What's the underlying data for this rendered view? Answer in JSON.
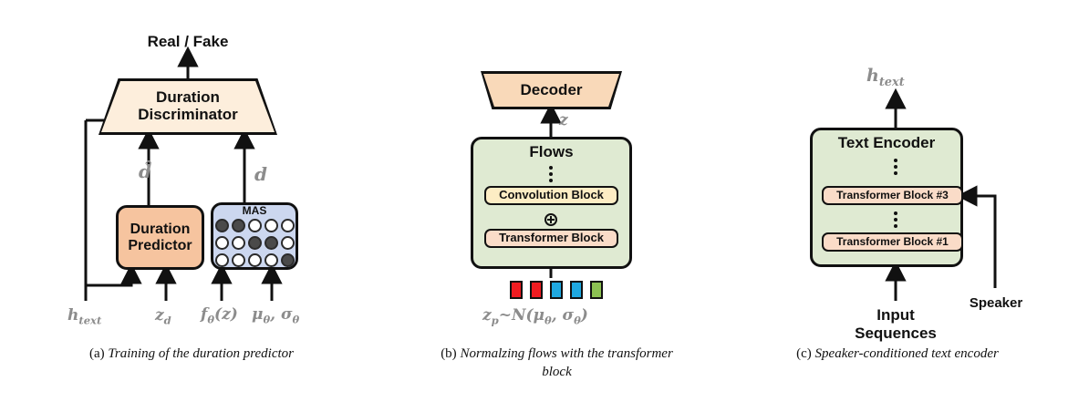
{
  "figure": {
    "panels": [
      {
        "id": "a",
        "caption_label": "(a)",
        "caption_text": "Training of the duration predictor",
        "nodes": {
          "output_label": "Real / Fake",
          "discriminator": "Duration\nDiscriminator",
          "predictor": "Duration\nPredictor",
          "mas_title": "MAS"
        },
        "edge_labels": {
          "d_hat": "d̂",
          "d": "d"
        },
        "input_labels": {
          "h_text": "h_text",
          "z_d": "z_d",
          "f_theta_z": "fθ(z)",
          "mu_sigma": "μθ, σθ"
        },
        "mas_alignment": {
          "rows": 3,
          "cols": 5,
          "filled_cells": [
            [
              0,
              0
            ],
            [
              0,
              1
            ],
            [
              1,
              2
            ],
            [
              1,
              3
            ],
            [
              2,
              4
            ]
          ]
        }
      },
      {
        "id": "b",
        "caption_label": "(b)",
        "caption_text": "Normalzing flows with the transformer block",
        "nodes": {
          "decoder": "Decoder",
          "flows": "Flows",
          "convolution_block": "Convolution Block",
          "transformer_block": "Transformer Block",
          "add_op": "⊕"
        },
        "edge_labels": {
          "z": "z"
        },
        "input_labels": {
          "z_p": "z_p ~ N(μθ, σθ)"
        },
        "tokens": [
          {
            "color": "#ef1c21"
          },
          {
            "color": "#ef1c21"
          },
          {
            "color": "#1fa8e0"
          },
          {
            "color": "#1fa8e0"
          },
          {
            "color": "#8cc152"
          }
        ]
      },
      {
        "id": "c",
        "caption_label": "(c)",
        "caption_text": "Speaker-conditioned text encoder",
        "nodes": {
          "text_encoder": "Text Encoder",
          "transformer_block_3": "Transformer Block #3",
          "transformer_block_1": "Transformer Block #1"
        },
        "edge_labels": {
          "h_text_out": "h_text",
          "speaker": "Speaker"
        },
        "input_labels": {
          "input_sequences": "Input\nSequences"
        }
      }
    ],
    "colors": {
      "cream": "#fdeedc",
      "peach": "#f9d9b9",
      "salmon": "#f6c49f",
      "pink": "#fadcc8",
      "yellow": "#fdedc4",
      "green": "#dfead2",
      "blue": "#ccd7ef",
      "stroke": "#111111",
      "math_gray": "#8c8c8c",
      "circle_filled": "#4a4a4a"
    }
  }
}
